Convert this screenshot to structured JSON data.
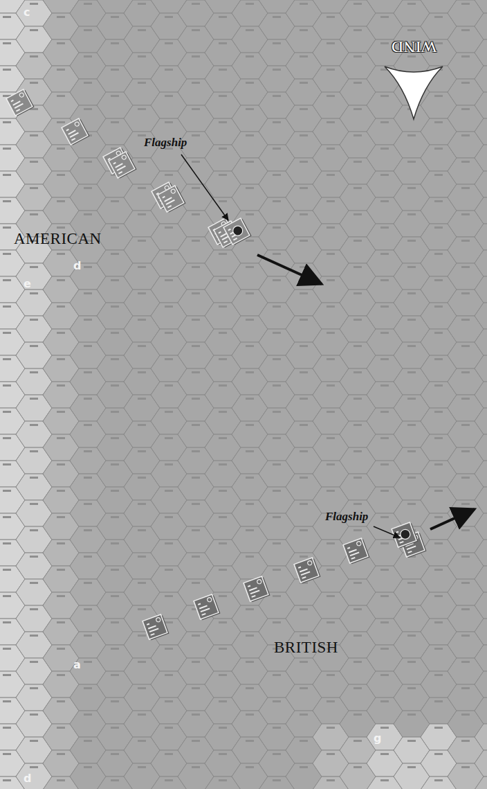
{
  "diagram": {
    "labels": [
      "c",
      "WIND",
      "Flagship",
      "AMERICAN",
      "d",
      "e",
      "Flagship",
      "a",
      "BRITISH",
      "g",
      "d"
    ]
  }
}
